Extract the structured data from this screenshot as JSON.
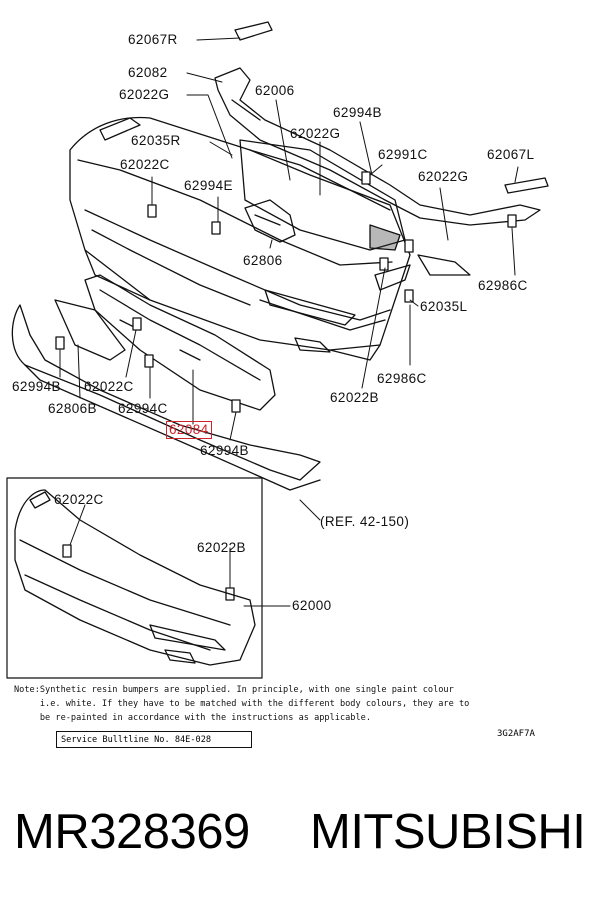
{
  "diagram": {
    "callouts": {
      "c1": "62067R",
      "c2": "62082",
      "c3": "62022G",
      "c4": "62006",
      "c5": "62994B",
      "c6": "62035R",
      "c7": "62022G",
      "c8": "62991C",
      "c9": "62067L",
      "c10": "62022C",
      "c11": "62994E",
      "c12": "62022G",
      "c13": "62806",
      "c14": "62986C",
      "c15": "62035L",
      "c16": "62994B",
      "c17": "62022C",
      "c18": "62986C",
      "c19": "62806B",
      "c20": "62994C",
      "c21": "62022B",
      "c22": "62084",
      "c23": "62994B",
      "c24": "(REF. 42-150)",
      "c25": "62022C",
      "c26": "62022B",
      "c27": "62000"
    },
    "highlight_color": "#d0242b",
    "note_line1": "Note:Synthetic resin bumpers are supplied. In principle, with one single paint colour",
    "note_line2": "     i.e. white. If they have to be matched with the different body colours, they are to",
    "note_line3": "     be re-painted in accordance with the instructions as applicable.",
    "bulletin": "Service Bulltline No. 84E-028",
    "figure_code": "3G2AF7A"
  },
  "footer": {
    "part_number": "MR328369",
    "brand": "MITSUBISHI"
  }
}
